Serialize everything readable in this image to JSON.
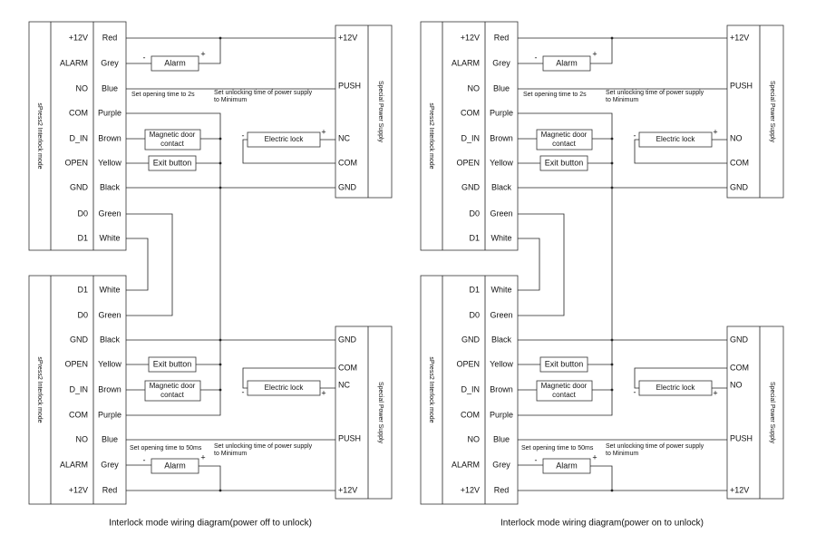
{
  "colors": {
    "line": "#222222",
    "box": "#333333",
    "background": "#ffffff"
  },
  "diagrams": [
    {
      "caption": "Interlock mode wiring diagram(power off to unlock)",
      "top_controller": {
        "mode_label": "sPress2 Interlock mode",
        "rows": [
          {
            "pin": "+12V",
            "wire": "Red"
          },
          {
            "pin": "ALARM",
            "wire": "Grey"
          },
          {
            "pin": "NO",
            "wire": "Blue"
          },
          {
            "pin": "COM",
            "wire": "Purple"
          },
          {
            "pin": "D_IN",
            "wire": "Brown"
          },
          {
            "pin": "OPEN",
            "wire": "Yellow"
          },
          {
            "pin": "GND",
            "wire": "Black"
          },
          {
            "pin": "D0",
            "wire": "Green"
          },
          {
            "pin": "D1",
            "wire": "White"
          }
        ]
      },
      "bottom_controller": {
        "mode_label": "sPress2 Interlock mode",
        "rows": [
          {
            "pin": "D1",
            "wire": "White"
          },
          {
            "pin": "D0",
            "wire": "Green"
          },
          {
            "pin": "GND",
            "wire": "Black"
          },
          {
            "pin": "OPEN",
            "wire": "Yellow"
          },
          {
            "pin": "D_IN",
            "wire": "Brown"
          },
          {
            "pin": "COM",
            "wire": "Purple"
          },
          {
            "pin": "NO",
            "wire": "Blue"
          },
          {
            "pin": "ALARM",
            "wire": "Grey"
          },
          {
            "pin": "+12V",
            "wire": "Red"
          }
        ]
      },
      "top_psu": {
        "label": "Special Power Supply",
        "terminals": [
          "+12V",
          "PUSH",
          "NC",
          "COM",
          "GND"
        ]
      },
      "bottom_psu": {
        "label": "Special Power Supply",
        "terminals": [
          "GND",
          "COM",
          "NC",
          "PUSH",
          "+12V"
        ]
      },
      "components": {
        "alarm": "Alarm",
        "magnetic_line1": "Magnetic door",
        "magnetic_line2": "contact",
        "exit_button": "Exit button",
        "electric_lock": "Electric lock",
        "minus": "-",
        "plus": "+"
      },
      "notes": {
        "top_opening": "Set opening time to 2s",
        "bottom_opening": "Set opening time to 50ms",
        "unlock_line1": "Set unlocking time of power supply",
        "unlock_line2": "to Minimum"
      }
    },
    {
      "caption": "Interlock mode wiring diagram(power on to unlock)",
      "top_controller": {
        "mode_label": "sPress2 Interlock mode",
        "rows": [
          {
            "pin": "+12V",
            "wire": "Red"
          },
          {
            "pin": "ALARM",
            "wire": "Grey"
          },
          {
            "pin": "NO",
            "wire": "Blue"
          },
          {
            "pin": "COM",
            "wire": "Purple"
          },
          {
            "pin": "D_IN",
            "wire": "Brown"
          },
          {
            "pin": "OPEN",
            "wire": "Yellow"
          },
          {
            "pin": "GND",
            "wire": "Black"
          },
          {
            "pin": "D0",
            "wire": "Green"
          },
          {
            "pin": "D1",
            "wire": "White"
          }
        ]
      },
      "bottom_controller": {
        "mode_label": "sPress2 Interlock mode",
        "rows": [
          {
            "pin": "D1",
            "wire": "White"
          },
          {
            "pin": "D0",
            "wire": "Green"
          },
          {
            "pin": "GND",
            "wire": "Black"
          },
          {
            "pin": "OPEN",
            "wire": "Yellow"
          },
          {
            "pin": "D_IN",
            "wire": "Brown"
          },
          {
            "pin": "COM",
            "wire": "Purple"
          },
          {
            "pin": "NO",
            "wire": "Blue"
          },
          {
            "pin": "ALARM",
            "wire": "Grey"
          },
          {
            "pin": "+12V",
            "wire": "Red"
          }
        ]
      },
      "top_psu": {
        "label": "Special Power Supply",
        "terminals": [
          "+12V",
          "PUSH",
          "NO",
          "COM",
          "GND"
        ]
      },
      "bottom_psu": {
        "label": "Special Power Supply",
        "terminals": [
          "GND",
          "COM",
          "NO",
          "PUSH",
          "+12V"
        ]
      },
      "components": {
        "alarm": "Alarm",
        "magnetic_line1": "Magnetic door",
        "magnetic_line2": "contact",
        "exit_button": "Exit button",
        "electric_lock": "Electric lock",
        "minus": "-",
        "plus": "+"
      },
      "notes": {
        "top_opening": "Set opening time to 2s",
        "bottom_opening": "Set opening time to 50ms",
        "unlock_line1": "Set unlocking time of power supply",
        "unlock_line2": "to Minimum"
      }
    }
  ]
}
